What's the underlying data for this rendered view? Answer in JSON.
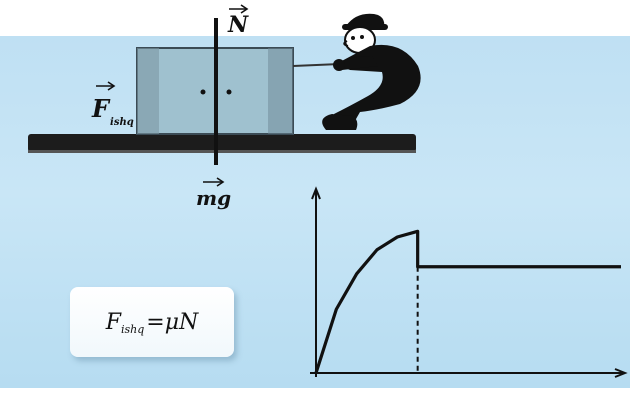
{
  "diagram": {
    "labels": {
      "normal_force": "N",
      "gravity": "mg",
      "friction_main": "F",
      "friction_sub": "ishq"
    },
    "formula": {
      "lhs_main": "F",
      "lhs_sub": "ishq",
      "rhs": "=μN"
    }
  },
  "chart_data": {
    "type": "line",
    "title": "",
    "xlabel": "",
    "ylabel": "",
    "description": "Friction force vs applied force: static friction rises to a maximum, then drops to constant kinetic friction",
    "x": [
      0,
      0.2,
      0.4,
      0.6,
      0.8,
      1.0,
      1.0,
      1.5,
      2.0,
      2.5,
      3.0
    ],
    "y": [
      0,
      0.45,
      0.7,
      0.87,
      0.96,
      1.0,
      0.75,
      0.75,
      0.75,
      0.75,
      0.75
    ],
    "xlim": [
      0,
      3.0
    ],
    "ylim": [
      0,
      1.2
    ],
    "colors": {
      "curve": "#111111",
      "axes": "#111111"
    }
  }
}
